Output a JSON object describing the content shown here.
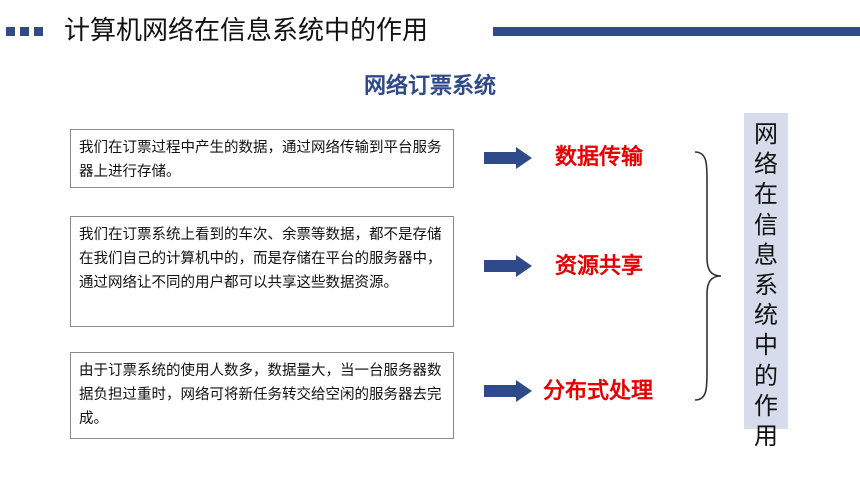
{
  "header": {
    "title": "计算机网络在信息系统中的作用"
  },
  "subtitle": "网络订票系统",
  "items": [
    {
      "text": "我们在订票过程中产生的数据，通过网络传输到平台服务器上进行存储。",
      "label": "数据传输"
    },
    {
      "text": "我们在订票系统上看到的车次、余票等数据，都不是存储在我们自己的计算机中的，而是存储在平台的服务器中，通过网络让不同的用户都可以共享这些数据资源。",
      "label": "资源共享"
    },
    {
      "text": "由于订票系统的使用人数多，数据量大，当一台服务器数据负担过重时，网络可将新任务转交给空闲的服务器去完成。",
      "label": "分布式处理"
    }
  ],
  "side_title": "网络在信息系统中的作用",
  "colors": {
    "accent_blue": "#2f4a8a",
    "label_red": "#e60000",
    "side_box_bg": "#d6dceb"
  },
  "icons": {
    "bullet": "square-bullet-icon",
    "arrow": "right-arrow-icon",
    "brace": "curly-brace-icon"
  }
}
